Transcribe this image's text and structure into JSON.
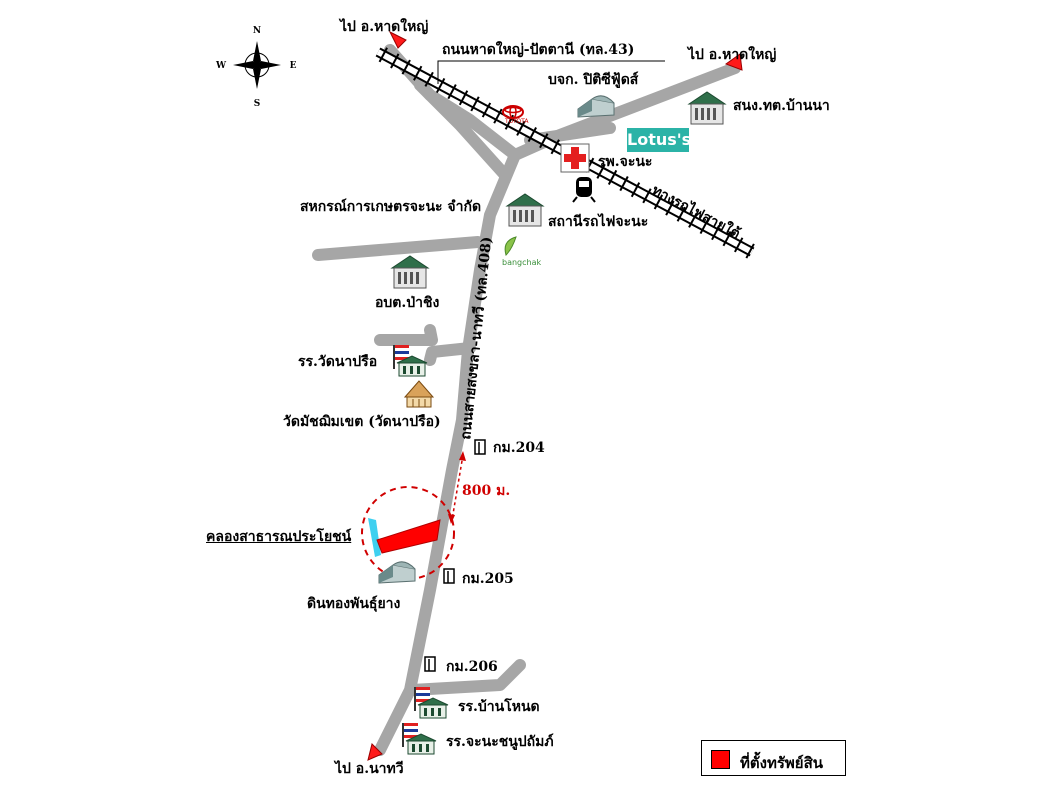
{
  "compass": {
    "n": "N",
    "s": "S",
    "e": "E",
    "w": "W"
  },
  "roads": {
    "hat_yai_pattani": "ถนนหาดใหญ่-ปัตตานี (ทล.43)",
    "songkhla_na_thawi": "ถนนสายสงขลา-นาทวี (ทล.408)",
    "railway": "ทางรถไฟสายใต้"
  },
  "directions": {
    "to_hat_yai_left": "ไป อ.หาดใหญ่",
    "to_hat_yai_right": "ไป อ.หาดใหญ่",
    "to_na_thawi": "ไป อ.นาทวี"
  },
  "landmarks": {
    "pc_food": "บจก. ปิติซีฟู้ดส์",
    "district_office": "สนง.ทต.บ้านนา",
    "lotus": "Lotus's",
    "toyota": "TOYOTA",
    "hospital": "รพ.จะนะ",
    "coop": "สหกรณ์การเกษตรจะนะ จำกัด",
    "station": "สถานีรถไฟจะนะ",
    "bangchak": "bangchak",
    "tambon_office": "อบต.ป่าชิง",
    "school_watnapruea": "รร.วัดนาปรือ",
    "temple": "วัดมัชฌิมเขต (วัดนาปรือ)",
    "km204": "กม.204",
    "distance": "800 ม.",
    "canal": "คลองสาธารณประโยชน์",
    "km205": "กม.205",
    "rubber_station": "ดินทองพันธุ์ยาง",
    "km206": "กม.206",
    "school_bannonhot": "รร.บ้านโหนด",
    "school_chana": "รร.จะนะชนูปถัมภ์"
  },
  "legend": {
    "label": "ที่ตั้งทรัพย์สิน"
  },
  "colors": {
    "road": "#a6a6a6",
    "property": "#ff0000",
    "canal": "#3fd0f0",
    "railway": "#000000",
    "distance": "#d00000"
  }
}
